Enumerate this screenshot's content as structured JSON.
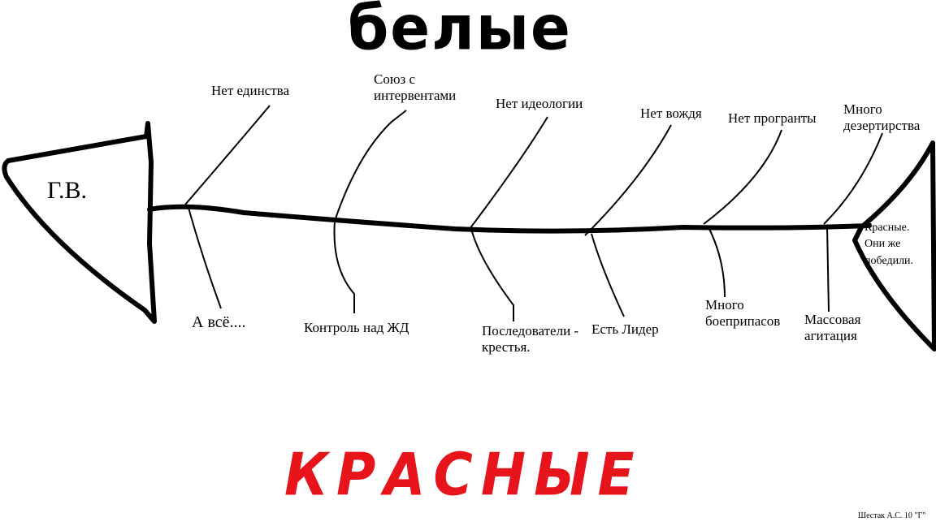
{
  "diagram": {
    "title_top": "белые",
    "title_bottom": "красные",
    "head_label": "Г.В.",
    "tail_label": "Красные.\nОни же\nпобедили.",
    "top_labels": [
      "Нет единства",
      "Союз с\nинтервентами",
      "Нет идеологии",
      "Нет вождя",
      "Нет програнты",
      "Много\nдезертирства"
    ],
    "bottom_labels": [
      "А всё....",
      "Контроль над ЖД",
      "Последователи -\nкрестья.",
      "Есть Лидер",
      "Много\nбоеприпасов",
      "Массовая\nагитация"
    ],
    "signature": "Шестак А.С. 10 \"Г\""
  },
  "colors": {
    "ink": "#000000",
    "red": "#e8141c",
    "background": "#ffffff"
  }
}
